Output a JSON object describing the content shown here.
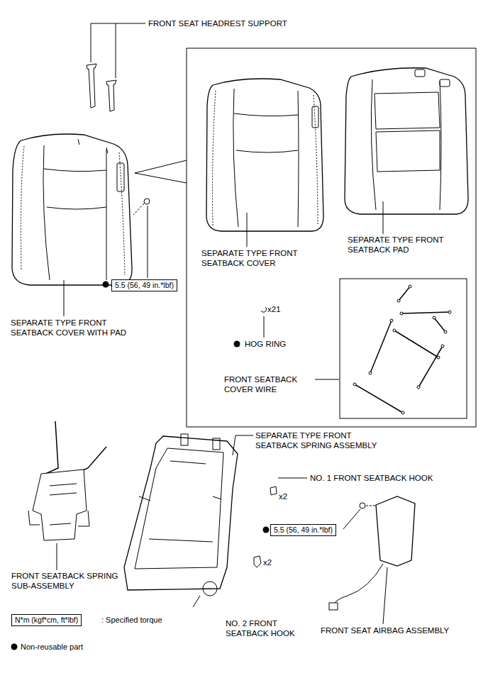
{
  "diagram": {
    "nodes": [
      {
        "text": [
          "5.5 (56, 49 in.*lbf)"
        ]
      },
      {
        "text": [
          "5.5 (56, 49 in.*lbf)"
        ]
      },
      {
        "text": [
          "N*m (kgf*cm, ft*lbf)"
        ]
      }
    ],
    "labels": [
      "FRONT SEAT HEADREST SUPPORT",
      "SEPARATE TYPE FRONT SEATBACK COVER WITH PAD",
      "SEPARATE TYPE FRONT SEATBACK COVER",
      "SEPARATE TYPE FRONT SEATBACK PAD",
      "x21",
      "HOG RING",
      "FRONT SEATBACK COVER WIRE",
      "SEPARATE TYPE FRONT SEATBACK SPRING ASSEMBLY",
      "NO. 1 FRONT SEATBACK HOOK",
      "x2",
      "FRONT SEATBACK SPRING SUB-ASSEMBLY",
      "x2",
      "NO. 2 FRONT SEATBACK HOOK",
      "FRONT SEAT AIRBAG ASSEMBLY"
    ],
    "legend": [
      {
        "text": ": Specified torque"
      },
      {
        "text": "Non-reusable part"
      }
    ]
  }
}
